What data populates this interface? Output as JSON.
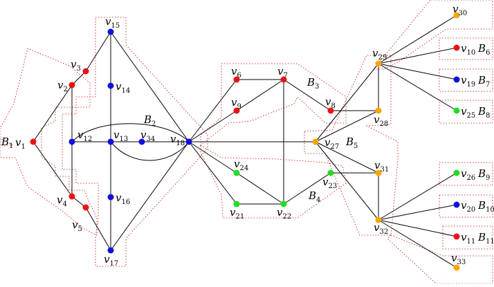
{
  "colors": {
    "red": "#ee1111",
    "blue": "#1111dd",
    "green": "#22dd22",
    "orange": "#ffa500",
    "edge": "#000000",
    "block_border": "#cc0000"
  },
  "vertices": [
    {
      "id": "v1",
      "base": "v",
      "sub": "1",
      "color": "red"
    },
    {
      "id": "v2",
      "base": "v",
      "sub": "2",
      "color": "red"
    },
    {
      "id": "v3",
      "base": "v",
      "sub": "3",
      "color": "red"
    },
    {
      "id": "v4",
      "base": "v",
      "sub": "4",
      "color": "red"
    },
    {
      "id": "v5",
      "base": "v",
      "sub": "5",
      "color": "red"
    },
    {
      "id": "v6",
      "base": "v",
      "sub": "6",
      "color": "red"
    },
    {
      "id": "v7",
      "base": "v",
      "sub": "7",
      "color": "red"
    },
    {
      "id": "v8",
      "base": "v",
      "sub": "8",
      "color": "red"
    },
    {
      "id": "v9",
      "base": "v",
      "sub": "9",
      "color": "red"
    },
    {
      "id": "v10",
      "base": "v",
      "sub": "10",
      "color": "red"
    },
    {
      "id": "v11",
      "base": "v",
      "sub": "11",
      "color": "red"
    },
    {
      "id": "v12",
      "base": "v",
      "sub": "12",
      "color": "blue"
    },
    {
      "id": "v13",
      "base": "v",
      "sub": "13",
      "color": "blue"
    },
    {
      "id": "v14",
      "base": "v",
      "sub": "14",
      "color": "blue"
    },
    {
      "id": "v15",
      "base": "v",
      "sub": "15",
      "color": "blue"
    },
    {
      "id": "v16",
      "base": "v",
      "sub": "16",
      "color": "blue"
    },
    {
      "id": "v17",
      "base": "v",
      "sub": "17",
      "color": "blue"
    },
    {
      "id": "v18",
      "base": "v",
      "sub": "18",
      "color": "blue"
    },
    {
      "id": "v19",
      "base": "v",
      "sub": "19",
      "color": "blue"
    },
    {
      "id": "v20",
      "base": "v",
      "sub": "20",
      "color": "blue"
    },
    {
      "id": "v21",
      "base": "v",
      "sub": "21",
      "color": "green"
    },
    {
      "id": "v22",
      "base": "v",
      "sub": "22",
      "color": "green"
    },
    {
      "id": "v23",
      "base": "v",
      "sub": "23",
      "color": "green"
    },
    {
      "id": "v24",
      "base": "v",
      "sub": "24",
      "color": "green"
    },
    {
      "id": "v25",
      "base": "v",
      "sub": "25",
      "color": "green"
    },
    {
      "id": "v26",
      "base": "v",
      "sub": "26",
      "color": "green"
    },
    {
      "id": "v27",
      "base": "v",
      "sub": "27",
      "color": "orange"
    },
    {
      "id": "v28",
      "base": "v",
      "sub": "28",
      "color": "orange"
    },
    {
      "id": "v29",
      "base": "v",
      "sub": "29",
      "color": "orange"
    },
    {
      "id": "v30",
      "base": "v",
      "sub": "30",
      "color": "orange"
    },
    {
      "id": "v31",
      "base": "v",
      "sub": "31",
      "color": "orange"
    },
    {
      "id": "v32",
      "base": "v",
      "sub": "32",
      "color": "orange"
    },
    {
      "id": "v33",
      "base": "v",
      "sub": "33",
      "color": "orange"
    },
    {
      "id": "v34",
      "base": "v",
      "sub": "34",
      "color": "blue"
    }
  ],
  "edges": [
    [
      "v1",
      "v2"
    ],
    [
      "v2",
      "v3"
    ],
    [
      "v3",
      "v15"
    ],
    [
      "v1",
      "v4"
    ],
    [
      "v4",
      "v5"
    ],
    [
      "v5",
      "v17"
    ],
    [
      "v15",
      "v18"
    ],
    [
      "v17",
      "v18"
    ],
    [
      "v15",
      "v14"
    ],
    [
      "v14",
      "v13"
    ],
    [
      "v13",
      "v16"
    ],
    [
      "v16",
      "v17"
    ],
    [
      "v2",
      "v12"
    ],
    [
      "v12",
      "v4"
    ],
    [
      "v12",
      "v13"
    ],
    [
      "v13",
      "v34"
    ],
    [
      "v34",
      "v18"
    ],
    [
      "v12",
      "v18"
    ],
    [
      "v13",
      "v18"
    ],
    [
      "v18",
      "v6"
    ],
    [
      "v6",
      "v7"
    ],
    [
      "v18",
      "v9"
    ],
    [
      "v9",
      "v7"
    ],
    [
      "v7",
      "v8"
    ],
    [
      "v7",
      "v22"
    ],
    [
      "v18",
      "v24"
    ],
    [
      "v24",
      "v22"
    ],
    [
      "v18",
      "v21"
    ],
    [
      "v21",
      "v22"
    ],
    [
      "v22",
      "v23"
    ],
    [
      "v18",
      "v27"
    ],
    [
      "v8",
      "v28"
    ],
    [
      "v27",
      "v29"
    ],
    [
      "v27",
      "v28"
    ],
    [
      "v27",
      "v31"
    ],
    [
      "v27",
      "v32"
    ],
    [
      "v29",
      "v28"
    ],
    [
      "v29",
      "v30"
    ],
    [
      "v29",
      "v10"
    ],
    [
      "v29",
      "v19"
    ],
    [
      "v29",
      "v25"
    ],
    [
      "v31",
      "v32"
    ],
    [
      "v23",
      "v31"
    ],
    [
      "v32",
      "v26"
    ],
    [
      "v32",
      "v20"
    ],
    [
      "v32",
      "v11"
    ],
    [
      "v32",
      "v33"
    ]
  ],
  "blocks": [
    {
      "id": "B1",
      "base": "B",
      "sub": "1"
    },
    {
      "id": "B2",
      "base": "B",
      "sub": "2"
    },
    {
      "id": "B3",
      "base": "B",
      "sub": "3"
    },
    {
      "id": "B4",
      "base": "B",
      "sub": "4"
    },
    {
      "id": "B5",
      "base": "B",
      "sub": "5"
    },
    {
      "id": "B6",
      "base": "B",
      "sub": "6"
    },
    {
      "id": "B7",
      "base": "B",
      "sub": "7"
    },
    {
      "id": "B8",
      "base": "B",
      "sub": "8"
    },
    {
      "id": "B9",
      "base": "B",
      "sub": "9"
    },
    {
      "id": "B10",
      "base": "B",
      "sub": "10"
    },
    {
      "id": "B11",
      "base": "B",
      "sub": "11"
    }
  ]
}
